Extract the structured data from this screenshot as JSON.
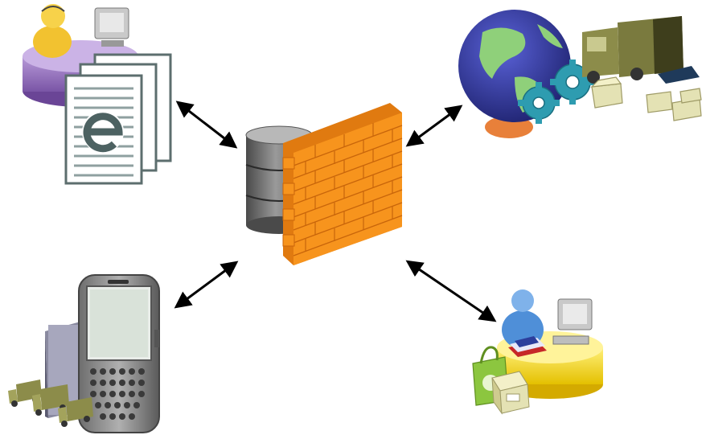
{
  "diagram": {
    "hub": {
      "database": "database-icon",
      "firewall": "firewall-icon",
      "brick_color": "#F7941D",
      "brick_mortar": "#E07A10",
      "db_color": "#6E6E6E"
    },
    "nodes": [
      {
        "id": "e-business-desk",
        "icons": [
          "person-icon",
          "computer-monitor-icon",
          "e-document-icon"
        ]
      },
      {
        "id": "global-logistics",
        "icons": [
          "globe-icon",
          "gears-icon",
          "delivery-truck-icon",
          "boxes-icon"
        ]
      },
      {
        "id": "mobile-fleet",
        "icons": [
          "smartphone-icon",
          "server-icon",
          "truck-fleet-icon"
        ]
      },
      {
        "id": "retail-desk",
        "icons": [
          "person-icon",
          "computer-monitor-icon",
          "shopping-bag-icon",
          "box-icon",
          "book-icon"
        ]
      }
    ],
    "connectors": [
      {
        "from": "e-business-desk",
        "to": "hub",
        "type": "bidirectional"
      },
      {
        "from": "global-logistics",
        "to": "hub",
        "type": "bidirectional"
      },
      {
        "from": "mobile-fleet",
        "to": "hub",
        "type": "bidirectional"
      },
      {
        "from": "retail-desk",
        "to": "hub",
        "type": "bidirectional"
      }
    ],
    "colors": {
      "arrow": "#000000",
      "person_blue": "#4F8FD8",
      "desk_purple": "#8E6BB8",
      "desk_yellow": "#F2D21B",
      "globe_ocean": "#3A3FA8",
      "globe_land": "#8FD07A",
      "gear_teal": "#2E9CB0",
      "truck_olive": "#7A7A3E",
      "phone_gray": "#8A8A8A"
    }
  }
}
